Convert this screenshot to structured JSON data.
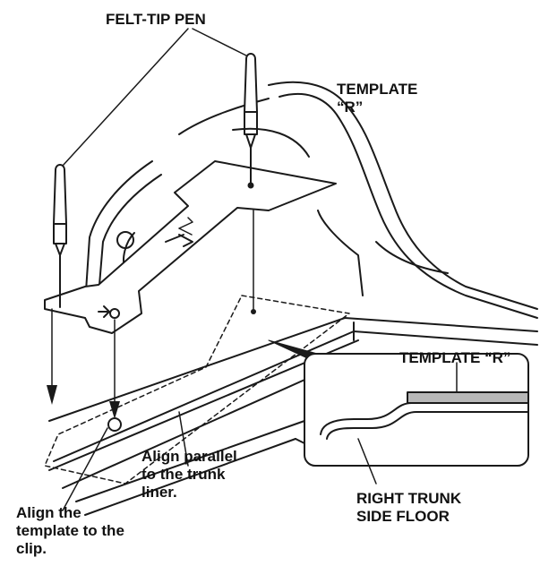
{
  "labels": {
    "felt_tip_pen": "FELT-TIP PEN",
    "template_r_top": [
      "TEMPLATE",
      "“R”"
    ],
    "template_r_inset": "TEMPLATE “R”",
    "align_parallel": [
      "Align parallel",
      "to the trunk",
      "liner."
    ],
    "right_trunk_side_floor": [
      "RIGHT TRUNK",
      "SIDE FLOOR"
    ],
    "align_clip": [
      "Align the",
      "template to the",
      "clip."
    ]
  },
  "colors": {
    "line": "#1a1a1a",
    "background": "#ffffff",
    "template_fill": "#ffffff",
    "inset_template_fill": "#b8b8b8"
  }
}
